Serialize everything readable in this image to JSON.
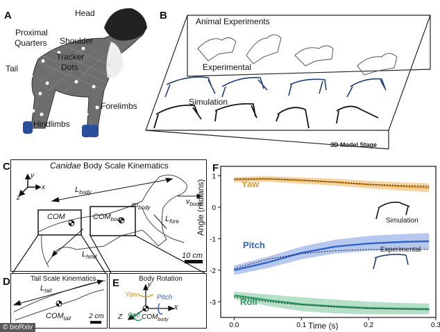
{
  "panels": {
    "A": {
      "letter": "A",
      "labels": {
        "head": "Head",
        "proximal": "Proximal",
        "quarters": "Quarters",
        "shoulder": "Shoulder",
        "tracker": "Tracker",
        "dots": "Dots",
        "tail": "Tail",
        "forelimbs": "Forelimbs",
        "hindlimbs": "Hindlimbs"
      }
    },
    "B": {
      "letter": "B",
      "row_labels": [
        "Animal Experiments",
        "Experimental",
        "Simulation"
      ],
      "stage_label": "3D Model Stage"
    },
    "C": {
      "letter": "C",
      "title_italic": "Canidae",
      "title_rest": " Body Scale Kinematics",
      "axis_y": "y",
      "axis_x": "x",
      "axis_z": "z",
      "l_body": "L",
      "l_body_sub": "body",
      "v_body": "v",
      "v_body_sub": "body",
      "m_body": "m",
      "m_body_sub": "body",
      "com": "COM",
      "com_body": "COM",
      "com_body_sub": "body",
      "l_fore": "L",
      "l_fore_sub": "fore",
      "l_hind": "L",
      "l_hind_sub": "hind",
      "scale": "10 cm"
    },
    "D": {
      "letter": "D",
      "title": "Tail Scale Kinematics",
      "l_tail": "L",
      "l_tail_sub": "tail",
      "com_tail": "COM",
      "com_tail_sub": "tail",
      "scale": "2 cm"
    },
    "E": {
      "letter": "E",
      "title": "Body Rotation",
      "yaw": "Yaw",
      "pitch": "Pitch",
      "roll": "Roll",
      "axis_y": "y",
      "axis_x": "X",
      "axis_z": "Z",
      "com_body": "COM",
      "com_body_sub": "body"
    },
    "F": {
      "letter": "F",
      "legend_simulation": "Simulation",
      "legend_experimental": "Experimental"
    }
  },
  "footer": "© bioRxiv",
  "colors": {
    "yaw": "#d99a2b",
    "pitch": "#2e62c9",
    "roll": "#2b9a64",
    "yaw_band": "#f2c583",
    "pitch_band": "#9fb6ea",
    "roll_band": "#9ed4b4"
  },
  "chart_data": {
    "type": "line",
    "xlabel": "Time (s)",
    "ylabel": "Angle (radians)",
    "xlim": [
      -0.02,
      0.3
    ],
    "ylim": [
      -3.5,
      1.3
    ],
    "xticks": [
      0.0,
      0.1,
      0.2,
      0.3
    ],
    "xtick_labels": [
      "0.0",
      "0.1",
      "0.2",
      "0.3"
    ],
    "yticks": [
      1,
      0,
      -1,
      -2,
      -3
    ],
    "ytick_labels": [
      "1",
      "0",
      "-1",
      "-2",
      "-3"
    ],
    "x": [
      0.0,
      0.05,
      0.1,
      0.15,
      0.2,
      0.25,
      0.29
    ],
    "series": [
      {
        "name": "Yaw",
        "values": [
          0.88,
          0.9,
          0.85,
          0.8,
          0.72,
          0.66,
          0.62
        ],
        "band": [
          0.08,
          0.09,
          0.1,
          0.11,
          0.12,
          0.13,
          0.14
        ],
        "experimental": [
          0.9,
          0.91,
          0.87,
          0.8,
          0.73,
          0.69,
          0.67
        ]
      },
      {
        "name": "Pitch",
        "values": [
          -2.0,
          -1.75,
          -1.45,
          -1.25,
          -1.15,
          -1.1,
          -1.08
        ],
        "band": [
          0.15,
          0.18,
          0.2,
          0.22,
          0.24,
          0.25,
          0.26
        ],
        "experimental": [
          -1.95,
          -1.65,
          -1.47,
          -1.38,
          -1.34,
          -1.34,
          -1.34
        ]
      },
      {
        "name": "Roll",
        "values": [
          -2.8,
          -2.95,
          -3.08,
          -3.15,
          -3.2,
          -3.22,
          -3.23
        ],
        "band": [
          0.12,
          0.18,
          0.22,
          0.22,
          0.2,
          0.18,
          0.17
        ],
        "experimental": [
          -2.85,
          -3.0,
          -3.1,
          -3.17,
          -3.22,
          -3.24,
          -3.26
        ]
      }
    ]
  }
}
